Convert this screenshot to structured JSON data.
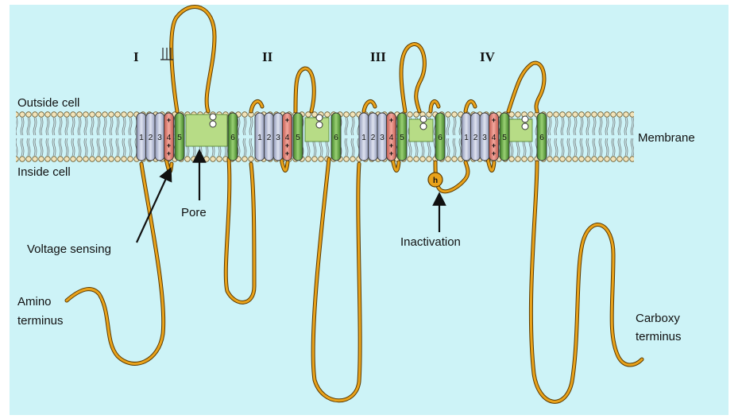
{
  "colors": {
    "background": "#cdf3f7",
    "chain": "#e9a21a",
    "chain_outline": "#5a3a00",
    "voltage_sensor": "#e07d6f",
    "helix": "#b7bfd8",
    "pore_helix": "#6cab46",
    "pore_region": "#b7dc86",
    "lipid_head": "#f2e3b8"
  },
  "labels": {
    "outside_cell": "Outside cell",
    "inside_cell": "Inside cell",
    "membrane": "Membrane",
    "pore": "Pore",
    "voltage_sensing": "Voltage sensing",
    "inactivation": "Inactivation",
    "amino_terminus_line1": "Amino",
    "amino_terminus_line2": "terminus",
    "carboxy_terminus_line1": "Carboxy",
    "carboxy_terminus_line2": "terminus"
  },
  "domains": [
    "I",
    "II",
    "III",
    "IV"
  ],
  "segments": {
    "s1": "1",
    "s2": "2",
    "s3": "3",
    "s4": "4",
    "s5": "5",
    "s6": "6",
    "charge": "+"
  },
  "inactivation_gate": "h",
  "icons": [
    "arrow-icon",
    "glycosylation-icon"
  ]
}
